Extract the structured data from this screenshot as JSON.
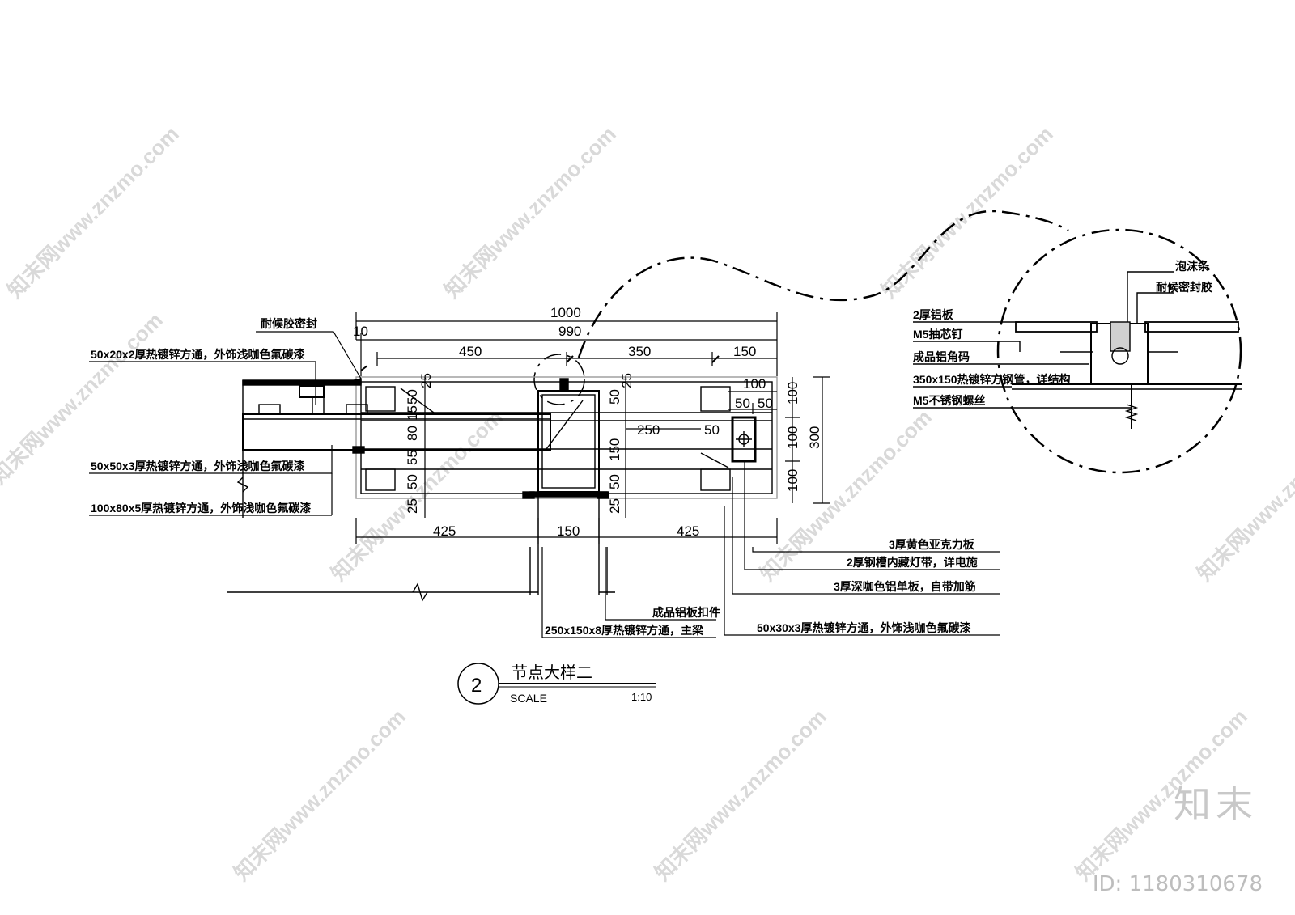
{
  "dims_top": {
    "d1000": "1000",
    "d990": "990",
    "d10": "10",
    "d450": "450",
    "d350": "350",
    "d150": "150"
  },
  "dims_right": {
    "d100a": "100",
    "d50a": "50",
    "d50b": "50",
    "v100a": "100",
    "v100b": "100",
    "v100c": "100",
    "v300": "300"
  },
  "dims_inner": {
    "c25a": "25",
    "c50a": "50",
    "c15": "15",
    "c80": "80",
    "c55": "55",
    "c50b": "50",
    "c25b": "25",
    "m25": "25",
    "m50": "50",
    "m150": "150",
    "m50b": "50",
    "m25b": "25",
    "h250": "250",
    "h50": "50"
  },
  "dims_bottom": {
    "b425a": "425",
    "b150": "150",
    "b425b": "425"
  },
  "labels_left": {
    "seal": "耐候胶密封",
    "tube50x20": "50x20x2厚热镀锌方通，外饰浅咖色氟碳漆",
    "tube50x50": "50x50x3厚热镀锌方通，外饰浅咖色氟碳漆",
    "tube100x80": "100x80x5厚热镀锌方通，外饰浅咖色氟碳漆"
  },
  "labels_bottom": {
    "clip": "成品铝板扣件",
    "main_beam": "250x150x8厚热镀锌方通，主梁"
  },
  "labels_right": {
    "acrylic": "3厚黄色亚克力板",
    "led": "2厚钢槽内藏灯带，详电施",
    "alu_panel": "3厚深咖色铝单板，自带加筋",
    "tube50x30": "50x30x3厚热镀锌方通，外饰浅咖色氟碳漆"
  },
  "detail_labels": {
    "foam": "泡沫条",
    "sealant": "耐候密封胶",
    "alu2": "2厚铝板",
    "rivet": "M5抽芯钉",
    "corner": "成品铝角码",
    "steel": "350x150热镀锌方钢管，详结构",
    "screw": "M5不锈钢螺丝"
  },
  "title_block": {
    "number": "2",
    "title": "节点大样二",
    "scale_label": "SCALE",
    "scale_value": "1:10"
  },
  "watermark": {
    "brand": "知末",
    "site": "知末网www.znzmo.com",
    "doc_id": "ID: 1180310678"
  }
}
